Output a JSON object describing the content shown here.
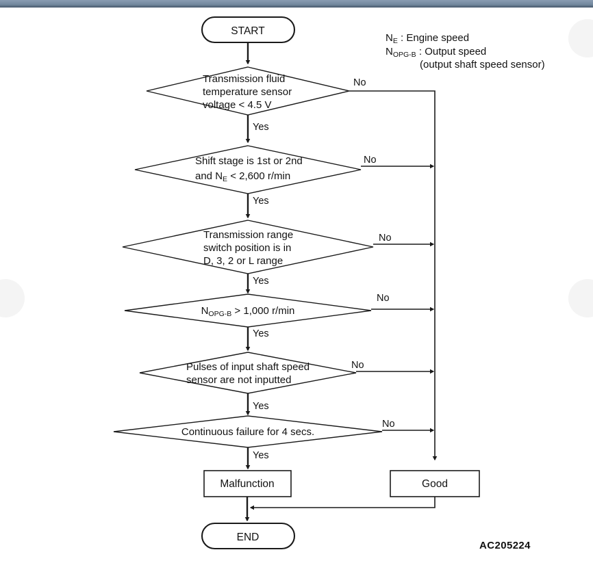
{
  "page": {
    "reference_code": "AC205224",
    "background_color": "#ffffff",
    "topbar_color": "#73899f"
  },
  "legend": [
    {
      "symbol": "N",
      "symbol_sub": "E",
      "separator": " : ",
      "text": "Engine speed"
    },
    {
      "symbol": "N",
      "symbol_sub": "OPG-B",
      "separator": " : ",
      "text": "Output speed"
    },
    {
      "symbol": "",
      "symbol_sub": "",
      "separator": "",
      "text": "(output shaft speed sensor)"
    }
  ],
  "flowchart": {
    "start_label": "START",
    "end_label": "END",
    "yes_label": "Yes",
    "no_label": "No",
    "decisions": [
      {
        "id": "fluid-temp",
        "lines": [
          "Transmission fluid",
          "temperature sensor",
          "voltage < 4.5 V"
        ],
        "yes": "Yes",
        "no": "No"
      },
      {
        "id": "shift-stage",
        "lines": [
          "Shift stage is 1st or 2nd",
          "and N|E| < 2,600 r/min"
        ],
        "line1": "Shift stage is 1st or 2nd",
        "line2_pre": "and N",
        "line2_sub": "E",
        "line2_post": " < 2,600 r/min",
        "yes": "Yes",
        "no": "No"
      },
      {
        "id": "range-switch",
        "lines": [
          "Transmission range",
          "switch position is in",
          "D, 3, 2 or L range"
        ],
        "yes": "Yes",
        "no": "No"
      },
      {
        "id": "output-speed",
        "line1_pre": "N",
        "line1_sub": "OPG-B",
        "line1_post": " > 1,000 r/min",
        "yes": "Yes",
        "no": "No"
      },
      {
        "id": "input-pulses",
        "lines": [
          "Pulses of input shaft speed",
          "sensor are not inputted"
        ],
        "yes": "Yes",
        "no": "No"
      },
      {
        "id": "continuous-failure",
        "lines": [
          "Continuous failure for 4 secs."
        ],
        "yes": "Yes",
        "no": "No"
      }
    ],
    "results": {
      "malfunction_label": "Malfunction",
      "good_label": "Good"
    }
  }
}
